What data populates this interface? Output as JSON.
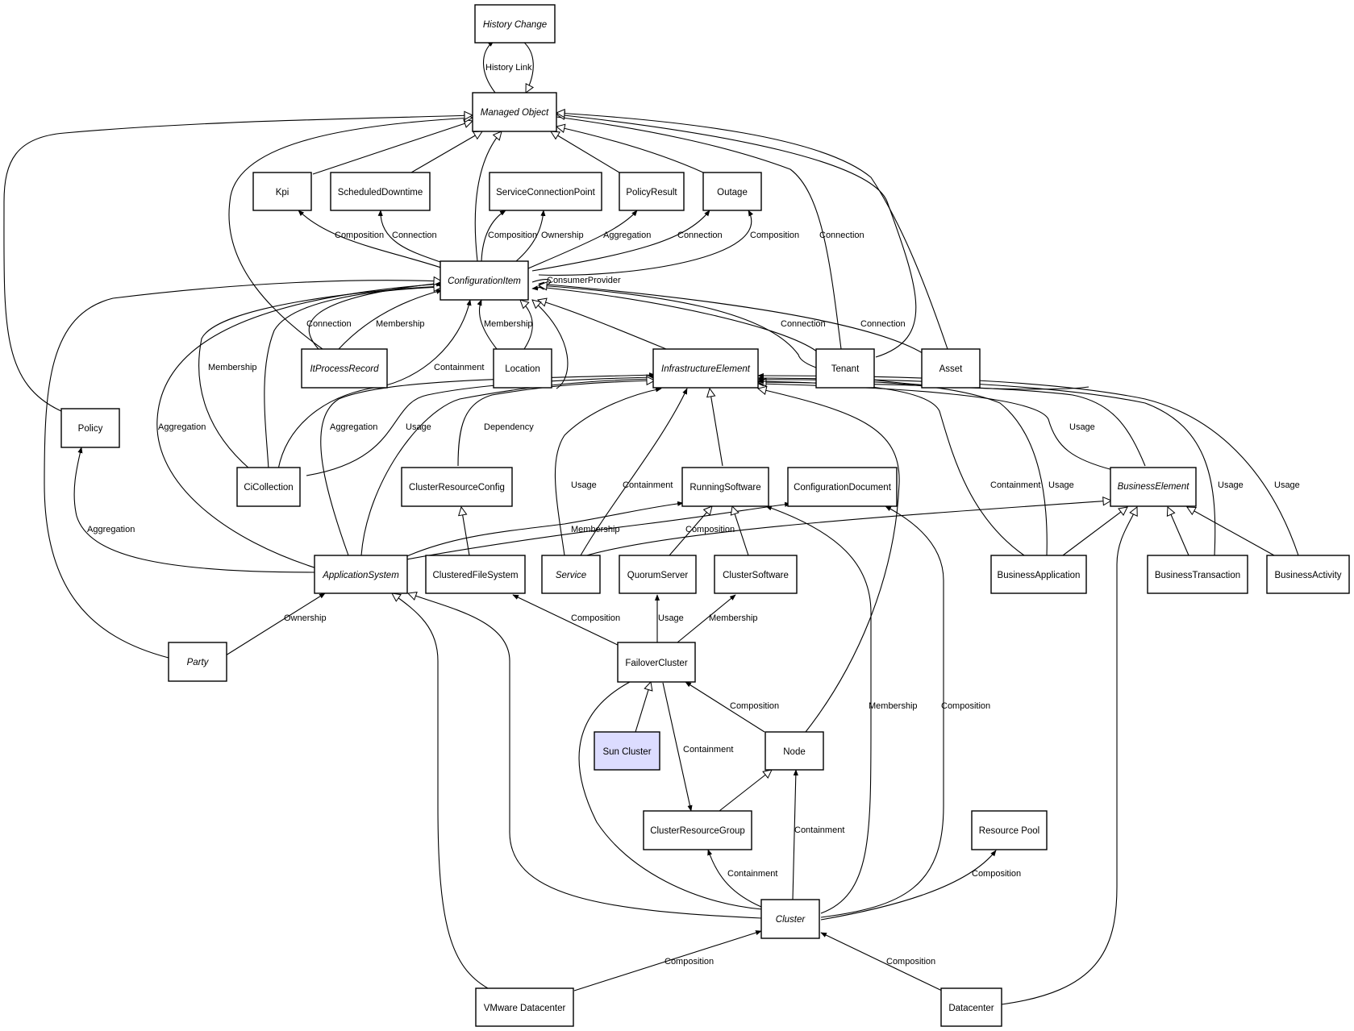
{
  "diagram": {
    "colors": {
      "line": "#000000",
      "box_fill": "#ffffff",
      "highlight_fill": "#dcdcff"
    },
    "nodes": {
      "history_change": {
        "label": "History Change",
        "abstract": true
      },
      "managed_object": {
        "label": "Managed Object",
        "abstract": true
      },
      "kpi": {
        "label": "Kpi",
        "abstract": false
      },
      "scheduled_downtime": {
        "label": "ScheduledDowntime",
        "abstract": false
      },
      "service_connection_point": {
        "label": "ServiceConnectionPoint",
        "abstract": false
      },
      "policy_result": {
        "label": "PolicyResult",
        "abstract": false
      },
      "outage": {
        "label": "Outage",
        "abstract": false
      },
      "configuration_item": {
        "label": "ConfigurationItem",
        "abstract": true
      },
      "it_process_record": {
        "label": "ItProcessRecord",
        "abstract": true
      },
      "location": {
        "label": "Location",
        "abstract": false
      },
      "infrastructure_element": {
        "label": "InfrastructureElement",
        "abstract": true
      },
      "tenant": {
        "label": "Tenant",
        "abstract": false
      },
      "asset": {
        "label": "Asset",
        "abstract": false
      },
      "policy": {
        "label": "Policy",
        "abstract": false
      },
      "ci_collection": {
        "label": "CiCollection",
        "abstract": false
      },
      "cluster_resource_config": {
        "label": "ClusterResourceConfig",
        "abstract": false
      },
      "running_software": {
        "label": "RunningSoftware",
        "abstract": false
      },
      "configuration_document": {
        "label": "ConfigurationDocument",
        "abstract": false
      },
      "business_element": {
        "label": "BusinessElement",
        "abstract": true
      },
      "application_system": {
        "label": "ApplicationSystem",
        "abstract": true
      },
      "clustered_file_system": {
        "label": "ClusteredFileSystem",
        "abstract": false
      },
      "service": {
        "label": "Service",
        "abstract": true
      },
      "quorum_server": {
        "label": "QuorumServer",
        "abstract": false
      },
      "cluster_software": {
        "label": "ClusterSoftware",
        "abstract": false
      },
      "business_application": {
        "label": "BusinessApplication",
        "abstract": false
      },
      "business_transaction": {
        "label": "BusinessTransaction",
        "abstract": false
      },
      "business_activity": {
        "label": "BusinessActivity",
        "abstract": false
      },
      "party": {
        "label": "Party",
        "abstract": true
      },
      "failover_cluster": {
        "label": "FailoverCluster",
        "abstract": false
      },
      "sun_cluster": {
        "label": "Sun Cluster",
        "abstract": false,
        "highlighted": true
      },
      "node": {
        "label": "Node",
        "abstract": false
      },
      "cluster_resource_group": {
        "label": "ClusterResourceGroup",
        "abstract": false
      },
      "resource_pool": {
        "label": "Resource Pool",
        "abstract": false
      },
      "cluster": {
        "label": "Cluster",
        "abstract": true
      },
      "vmware_datacenter": {
        "label": "VMware Datacenter",
        "abstract": false
      },
      "datacenter": {
        "label": "Datacenter",
        "abstract": false
      }
    },
    "edge_labels": {
      "history_link": "History Link",
      "ci_kpi": "Composition",
      "ci_scheduled_downtime": "Connection",
      "ci_scp_composition": "Composition",
      "ci_scp_ownership": "Ownership",
      "ci_policy_result": "Aggregation",
      "ci_outage_connection": "Connection",
      "ci_outage_composition": "Composition",
      "tenant_mo": "Connection",
      "consumer_provider": "ConsumerProvider",
      "itpr_ci_connection": "Connection",
      "itpr_ci_membership": "Membership",
      "location_ci": "Membership",
      "tenant_ci": "Connection",
      "asset_ci": "Connection",
      "cicollection_ci": "Membership",
      "cicollection_ie": "Containment",
      "appsys_ci": "Aggregation",
      "appsys_ci2": "Aggregation",
      "cicollection_ie_usage": "Usage",
      "crc_ie": "Dependency",
      "service_ie_usage": "Usage",
      "service_ie_containment": "Containment",
      "be_ie_usage": "Usage",
      "ba_ie_containment": "Containment",
      "ba_ie_usage": "Usage",
      "bt_ie_usage": "Usage",
      "bact_ie_usage": "Usage",
      "appsys_policy": "Aggregation",
      "appsys_rs": "Membership",
      "appsys_cd": "Composition",
      "party_appsys": "Ownership",
      "fc_cfs": "Composition",
      "fc_qs": "Usage",
      "fc_cs": "Membership",
      "node_fc": "Composition",
      "fc_crg": "Containment",
      "cluster_rs": "Membership",
      "cluster_cd": "Composition",
      "cluster_node": "Containment",
      "cluster_crg": "Containment",
      "cluster_rp": "Composition",
      "vmdc_cluster": "Composition",
      "dc_cluster": "Composition"
    }
  }
}
